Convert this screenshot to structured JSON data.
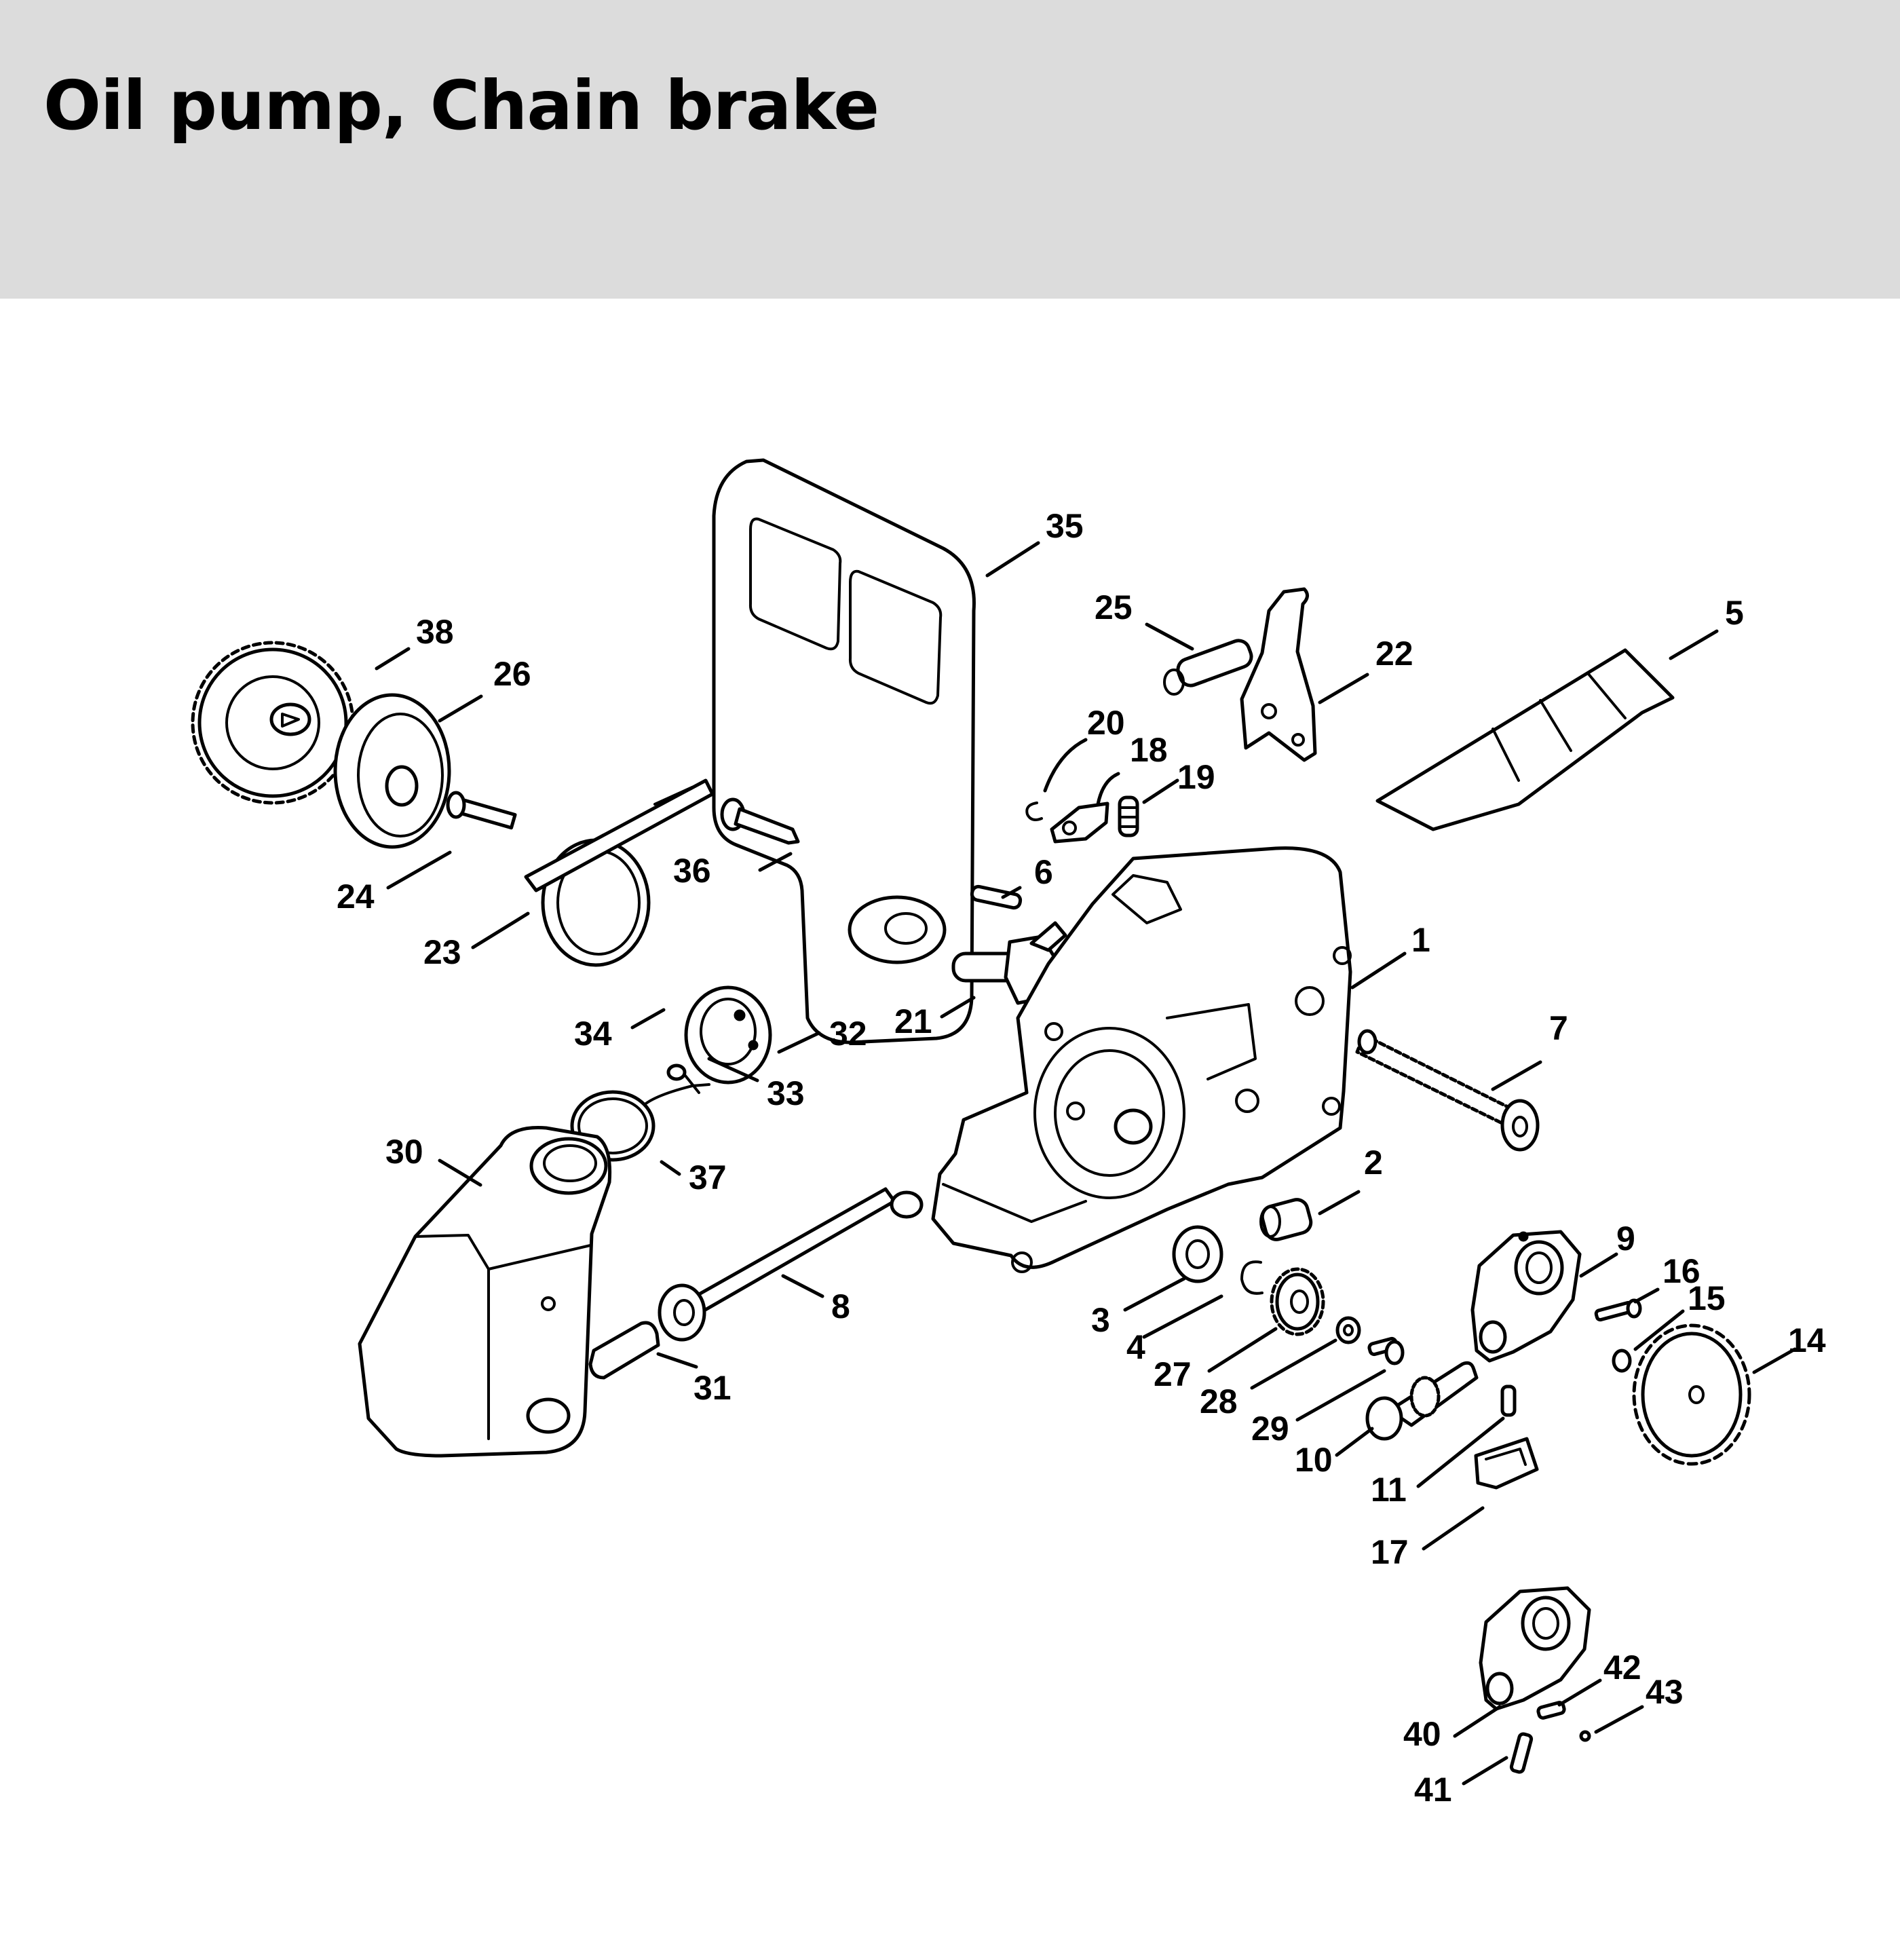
{
  "title": "Oil pump, Chain brake",
  "colors": {
    "header_background": "#dcdcdc",
    "page_background": "#ffffff",
    "line_art": "#000000"
  },
  "callouts": {
    "n1": "1",
    "n2": "2",
    "n3": "3",
    "n4": "4",
    "n5": "5",
    "n6": "6",
    "n7": "7",
    "n8": "8",
    "n9": "9",
    "n10": "10",
    "n11": "11",
    "n14": "14",
    "n15": "15",
    "n16": "16",
    "n17": "17",
    "n18": "18",
    "n19": "19",
    "n20": "20",
    "n21": "21",
    "n22": "22",
    "n23": "23",
    "n24": "24",
    "n25": "25",
    "n26": "26",
    "n27": "27",
    "n28": "28",
    "n29": "29",
    "n30": "30",
    "n31": "31",
    "n32": "32",
    "n33": "33",
    "n34": "34",
    "n35": "35",
    "n36": "36",
    "n37": "37",
    "n38": "38",
    "n40": "40",
    "n41": "41",
    "n42": "42",
    "n43": "43"
  }
}
